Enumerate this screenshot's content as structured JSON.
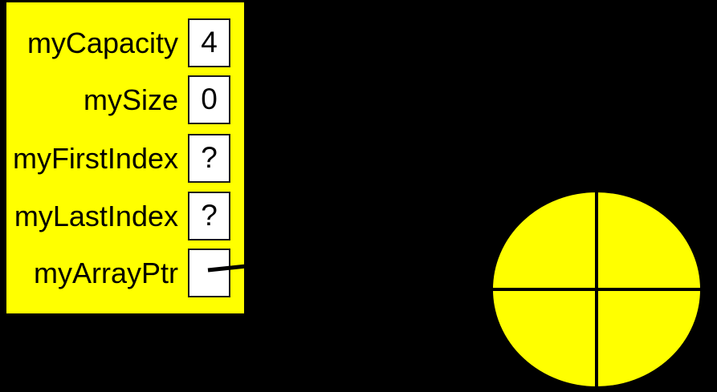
{
  "colors": {
    "background": "#000000",
    "panel_fill": "#FFFF00",
    "box_fill": "#FFFFFF",
    "box_border": "#1A1A1A",
    "line": "#000000",
    "circle_fill": "#FFFF00"
  },
  "panel": {
    "fields": [
      {
        "name": "myCapacity",
        "value": "4"
      },
      {
        "name": "mySize",
        "value": "0"
      },
      {
        "name": "myFirstIndex",
        "value": "?"
      },
      {
        "name": "myLastIndex",
        "value": "?"
      },
      {
        "name": "myArrayPtr",
        "value": ""
      }
    ]
  },
  "diagram": {
    "pointer_from_field": "myArrayPtr",
    "circle_quadrants": 4
  }
}
